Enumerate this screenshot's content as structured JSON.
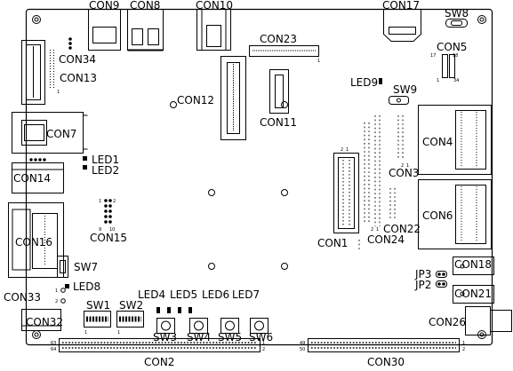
{
  "labels": {
    "con9": "CON9",
    "con8": "CON8",
    "con10": "CON10",
    "con17": "CON17",
    "sw8": "SW8",
    "con23": "CON23",
    "con5": "CON5",
    "con34": "CON34",
    "con13": "CON13",
    "con12": "CON12",
    "led9": "LED9",
    "sw9": "SW9",
    "con11": "CON11",
    "con7": "CON7",
    "con4": "CON4",
    "led1": "LED1",
    "led2": "LED2",
    "con3": "CON3",
    "con14": "CON14",
    "con15": "CON15",
    "con22": "CON22",
    "con6": "CON6",
    "con16": "CON16",
    "con1": "CON1",
    "con24": "CON24",
    "sw7": "SW7",
    "con18": "CON18",
    "jp3": "JP3",
    "jp2": "JP2",
    "con33": "CON33",
    "led8": "LED8",
    "led4": "LED4",
    "led5": "LED5",
    "led6": "LED6",
    "led7": "LED7",
    "con21": "CON21",
    "sw1": "SW1",
    "sw2": "SW2",
    "con32": "CON32",
    "sw3": "SW3",
    "sw4": "SW4",
    "sw5": "SW5",
    "sw6": "SW6",
    "con26": "CON26",
    "con2": "CON2",
    "con30": "CON30"
  },
  "pin_labels": {
    "con5_17": "17",
    "con5_18": "18",
    "con5_1": "1",
    "con5_34": "34",
    "con23_1": "1",
    "con13_1": "1",
    "con15_1": "1",
    "con15_2": "2",
    "con15_9": "9",
    "con15_10": "10",
    "con3_2": "2",
    "con3_1": "1",
    "con1_2": "2",
    "con1_1": "1",
    "con24_2": "2",
    "con24_1": "1",
    "con33_1": "1",
    "con33_2": "2",
    "sw1_1": "1",
    "sw2_1": "1",
    "con2_63": "63",
    "con2_64": "64",
    "con2_1": "1",
    "con2_2": "2",
    "con30_49": "49",
    "con30_50": "50",
    "con30_1": "1",
    "con30_2": "2"
  }
}
